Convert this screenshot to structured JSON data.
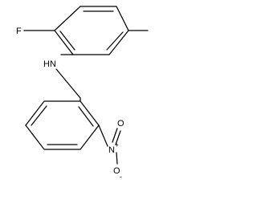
{
  "molecule": {
    "atoms": {
      "fluorine": "F",
      "amine": "HN",
      "nitro_nitrogen": "N",
      "nitro_charge_plus": "+",
      "nitro_oxygen_double": "O",
      "nitro_oxygen_single": "O",
      "nitro_charge_minus": "-"
    },
    "colors": {
      "bond": "#000000",
      "label": "#000000",
      "background": "#ffffff"
    }
  }
}
